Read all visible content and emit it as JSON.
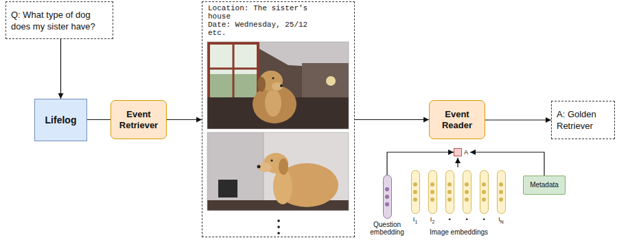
{
  "diagram": {
    "nodes": [
      {
        "text": [
          "Q: What type of dog does my sister have?"
        ]
      },
      {
        "text": [
          "Lifelog"
        ]
      },
      {
        "text": [
          "Event Retriever"
        ]
      },
      {
        "text": [
          "Location: The sister's house",
          "Date: Wednesday, 25/12",
          "etc."
        ]
      },
      {
        "text": [
          "Event Reader"
        ]
      },
      {
        "text": [
          "A: Golden Retriever"
        ]
      },
      {
        "text": [
          "A"
        ]
      },
      {
        "text": [
          "Question embedding"
        ]
      },
      {
        "text": [
          "I1"
        ]
      },
      {
        "text": [
          "I2"
        ]
      },
      {
        "text": [
          "•"
        ]
      },
      {
        "text": [
          "•"
        ]
      },
      {
        "text": [
          "•"
        ]
      },
      {
        "text": [
          "IN"
        ]
      },
      {
        "text": [
          "Metadata"
        ]
      }
    ],
    "edges": [
      {
        "from": 0,
        "to": 1,
        "arrow": "to"
      },
      {
        "from": 1,
        "to": 2,
        "arrow": "none"
      },
      {
        "from": 2,
        "to": 3,
        "arrow": "to"
      },
      {
        "from": 3,
        "to": 4,
        "arrow": "to"
      },
      {
        "from": 4,
        "to": 5,
        "arrow": "to"
      },
      {
        "from": 7,
        "to": 6,
        "arrow": "to"
      },
      {
        "from": 14,
        "to": 6,
        "arrow": "to"
      }
    ],
    "labels": [
      "Image embeddings"
    ]
  }
}
